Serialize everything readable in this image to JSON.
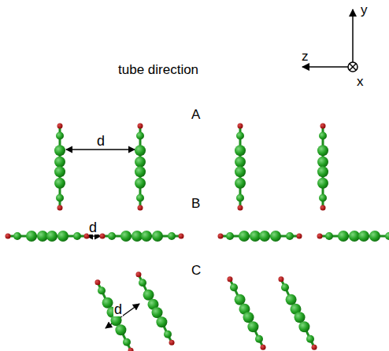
{
  "diagram": {
    "labels": [
      "tube direction",
      "y",
      "z",
      "x",
      "A",
      "B",
      "C",
      "d",
      "d",
      "d"
    ]
  }
}
